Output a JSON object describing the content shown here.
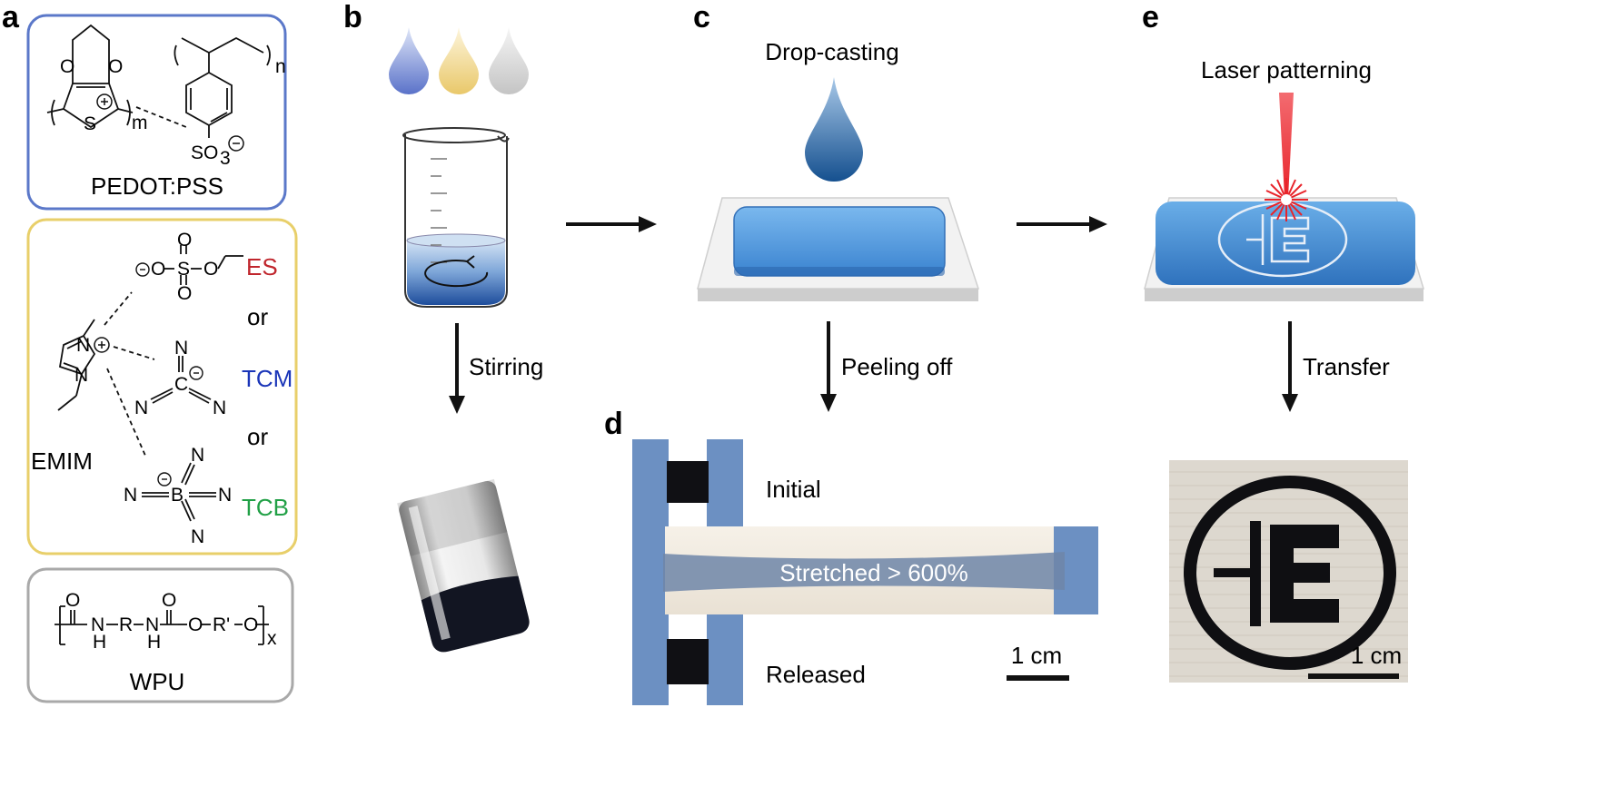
{
  "panels": {
    "a": "a",
    "b": "b",
    "c": "c",
    "d": "d",
    "e": "e"
  },
  "panel_a": {
    "pedot_box": {
      "caption": "PEDOT:PSS",
      "atom_o": "O",
      "atom_s": "S",
      "sub_m": "m",
      "sub_n": "n",
      "so3": "SO",
      "so3_sub": "3"
    },
    "il_box": {
      "cation": "EMIM",
      "atom_n": "N",
      "atom_o": "O",
      "atom_s": "S",
      "atom_c": "C",
      "atom_b": "B",
      "or": "or",
      "anions": [
        {
          "name": "ES",
          "color": "#c0262d"
        },
        {
          "name": "TCM",
          "color": "#1a35b8"
        },
        {
          "name": "TCB",
          "color": "#21a046"
        }
      ]
    },
    "wpu_box": {
      "caption": "WPU",
      "atom_o": "O",
      "chain_nh": "N",
      "chain_h": "H",
      "chain_r": "R",
      "chain_o": "O",
      "chain_rp": "R'",
      "sub_x": "x"
    },
    "colors": {
      "pedot_border": "#5b78c9",
      "il_border": "#e8cf6a",
      "wpu_border": "#a9a9a9"
    }
  },
  "panel_b": {
    "step": "Stirring",
    "drop_colors": [
      "#5a72c9",
      "#e9c86a",
      "#c9c9c9"
    ]
  },
  "panel_c": {
    "title": "Drop-casting",
    "step": "Peeling off",
    "film_color": "#4a90d9"
  },
  "panel_d": {
    "initial": "Initial",
    "stretched": "Stretched > 600%",
    "released": "Released",
    "scale": "1 cm"
  },
  "panel_e": {
    "title": "Laser patterning",
    "step": "Transfer",
    "scale": "1 cm",
    "laser_color": "#e8242b"
  }
}
